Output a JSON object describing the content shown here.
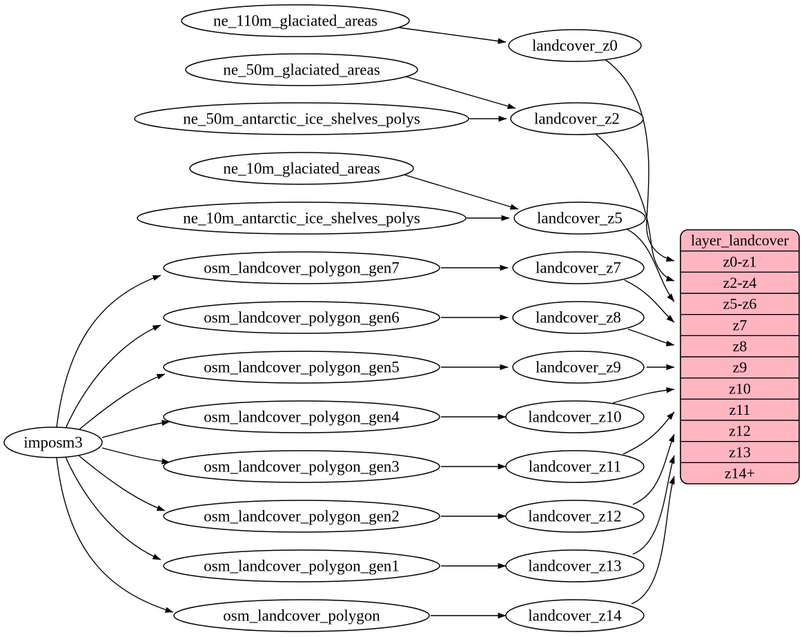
{
  "diagram": {
    "background": "#ffffff",
    "edge_color": "#000000",
    "node_fill": "#ffffff",
    "node_stroke": "#000000",
    "nodes": {
      "imposm3": {
        "label": "imposm3"
      },
      "ne_110m_glaciated_areas": {
        "label": "ne_110m_glaciated_areas"
      },
      "ne_50m_glaciated_areas": {
        "label": "ne_50m_glaciated_areas"
      },
      "ne_50m_antarctic_ice_shelves_polys": {
        "label": "ne_50m_antarctic_ice_shelves_polys"
      },
      "ne_10m_glaciated_areas": {
        "label": "ne_10m_glaciated_areas"
      },
      "ne_10m_antarctic_ice_shelves_polys": {
        "label": "ne_10m_antarctic_ice_shelves_polys"
      },
      "osm_landcover_polygon_gen7": {
        "label": "osm_landcover_polygon_gen7"
      },
      "osm_landcover_polygon_gen6": {
        "label": "osm_landcover_polygon_gen6"
      },
      "osm_landcover_polygon_gen5": {
        "label": "osm_landcover_polygon_gen5"
      },
      "osm_landcover_polygon_gen4": {
        "label": "osm_landcover_polygon_gen4"
      },
      "osm_landcover_polygon_gen3": {
        "label": "osm_landcover_polygon_gen3"
      },
      "osm_landcover_polygon_gen2": {
        "label": "osm_landcover_polygon_gen2"
      },
      "osm_landcover_polygon_gen1": {
        "label": "osm_landcover_polygon_gen1"
      },
      "osm_landcover_polygon": {
        "label": "osm_landcover_polygon"
      },
      "landcover_z0": {
        "label": "landcover_z0"
      },
      "landcover_z2": {
        "label": "landcover_z2"
      },
      "landcover_z5": {
        "label": "landcover_z5"
      },
      "landcover_z7": {
        "label": "landcover_z7"
      },
      "landcover_z8": {
        "label": "landcover_z8"
      },
      "landcover_z9": {
        "label": "landcover_z9"
      },
      "landcover_z10": {
        "label": "landcover_z10"
      },
      "landcover_z11": {
        "label": "landcover_z11"
      },
      "landcover_z12": {
        "label": "landcover_z12"
      },
      "landcover_z13": {
        "label": "landcover_z13"
      },
      "landcover_z14": {
        "label": "landcover_z14"
      }
    },
    "table": {
      "title": "layer_landcover",
      "fill": "#ffb6c1",
      "border": "#000000",
      "rows": [
        "z0-z1",
        "z2-z4",
        "z5-z6",
        "z7",
        "z8",
        "z9",
        "z10",
        "z11",
        "z12",
        "z13",
        "z14+"
      ]
    },
    "edges": [
      {
        "from": "imposm3",
        "to": "osm_landcover_polygon_gen7"
      },
      {
        "from": "imposm3",
        "to": "osm_landcover_polygon_gen6"
      },
      {
        "from": "imposm3",
        "to": "osm_landcover_polygon_gen5"
      },
      {
        "from": "imposm3",
        "to": "osm_landcover_polygon_gen4"
      },
      {
        "from": "imposm3",
        "to": "osm_landcover_polygon_gen3"
      },
      {
        "from": "imposm3",
        "to": "osm_landcover_polygon_gen2"
      },
      {
        "from": "imposm3",
        "to": "osm_landcover_polygon_gen1"
      },
      {
        "from": "imposm3",
        "to": "osm_landcover_polygon"
      },
      {
        "from": "ne_110m_glaciated_areas",
        "to": "landcover_z0"
      },
      {
        "from": "ne_50m_glaciated_areas",
        "to": "landcover_z2"
      },
      {
        "from": "ne_50m_antarctic_ice_shelves_polys",
        "to": "landcover_z2"
      },
      {
        "from": "ne_10m_glaciated_areas",
        "to": "landcover_z5"
      },
      {
        "from": "ne_10m_antarctic_ice_shelves_polys",
        "to": "landcover_z5"
      },
      {
        "from": "osm_landcover_polygon_gen7",
        "to": "landcover_z7"
      },
      {
        "from": "osm_landcover_polygon_gen6",
        "to": "landcover_z8"
      },
      {
        "from": "osm_landcover_polygon_gen5",
        "to": "landcover_z9"
      },
      {
        "from": "osm_landcover_polygon_gen4",
        "to": "landcover_z10"
      },
      {
        "from": "osm_landcover_polygon_gen3",
        "to": "landcover_z11"
      },
      {
        "from": "osm_landcover_polygon_gen2",
        "to": "landcover_z12"
      },
      {
        "from": "osm_landcover_polygon_gen1",
        "to": "landcover_z13"
      },
      {
        "from": "osm_landcover_polygon",
        "to": "landcover_z14"
      },
      {
        "from": "landcover_z0",
        "to": "layer_landcover.z0-z1"
      },
      {
        "from": "landcover_z2",
        "to": "layer_landcover.z2-z4"
      },
      {
        "from": "landcover_z5",
        "to": "layer_landcover.z5-z6"
      },
      {
        "from": "landcover_z7",
        "to": "layer_landcover.z7"
      },
      {
        "from": "landcover_z8",
        "to": "layer_landcover.z8"
      },
      {
        "from": "landcover_z9",
        "to": "layer_landcover.z9"
      },
      {
        "from": "landcover_z10",
        "to": "layer_landcover.z10"
      },
      {
        "from": "landcover_z11",
        "to": "layer_landcover.z11"
      },
      {
        "from": "landcover_z12",
        "to": "layer_landcover.z12"
      },
      {
        "from": "landcover_z13",
        "to": "layer_landcover.z13"
      },
      {
        "from": "landcover_z14",
        "to": "layer_landcover.z14+"
      }
    ]
  }
}
